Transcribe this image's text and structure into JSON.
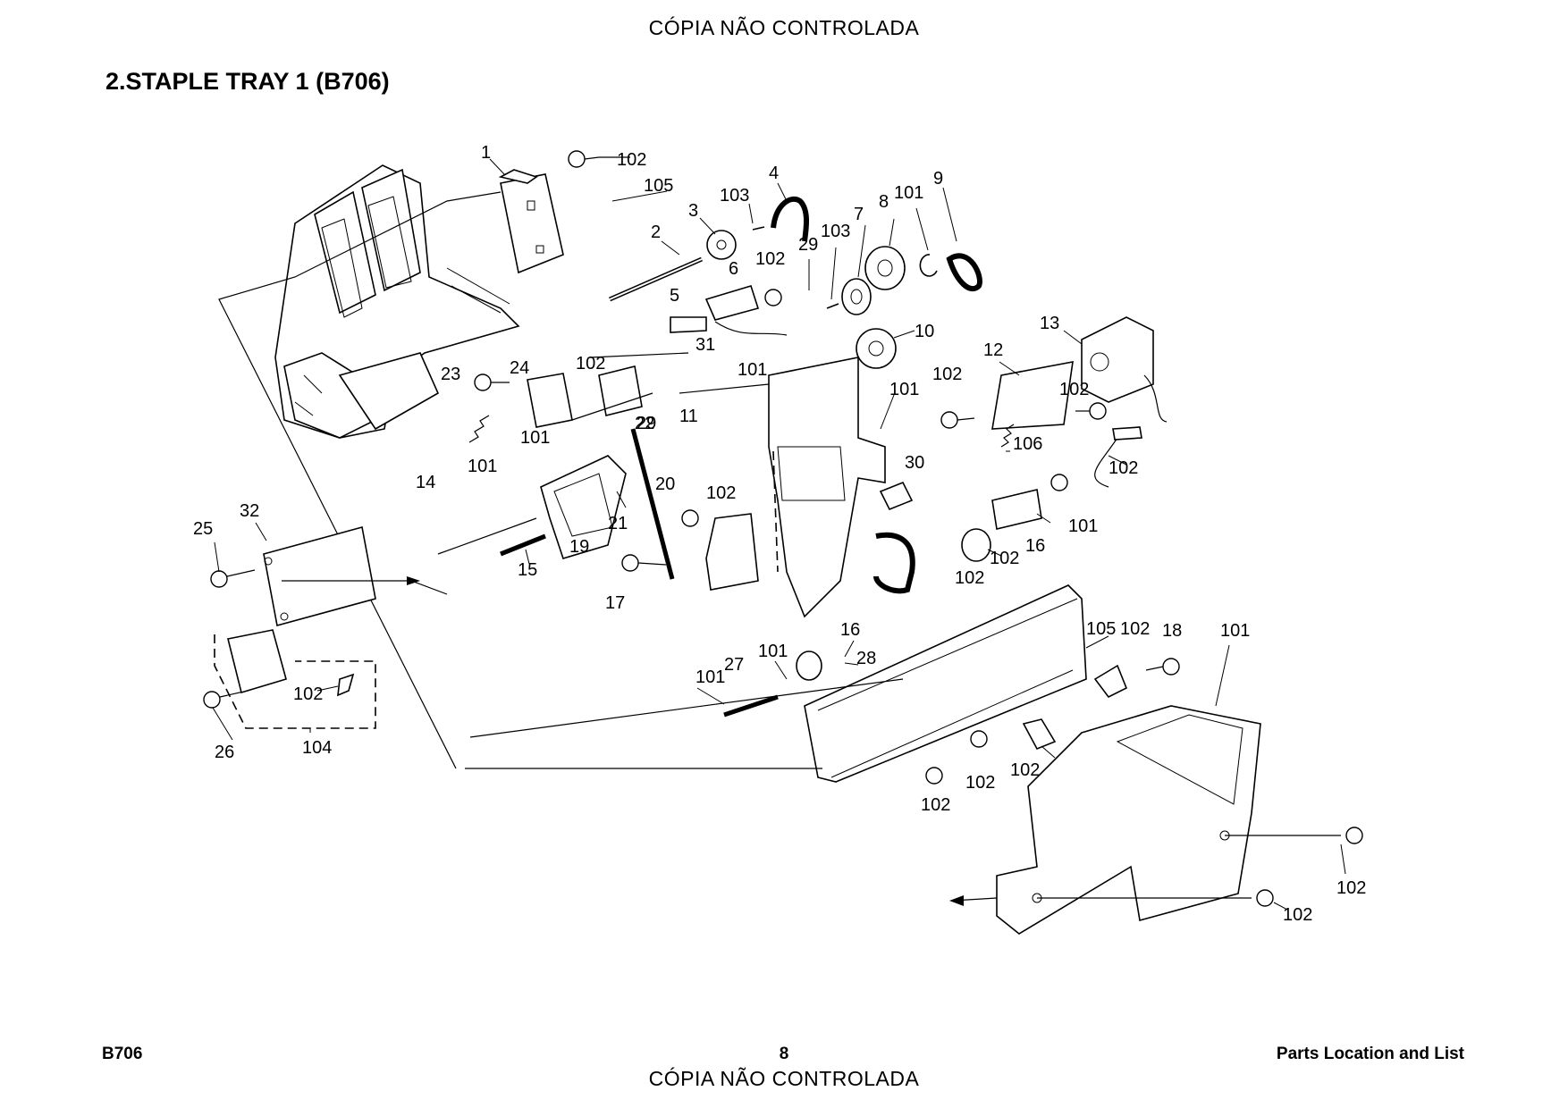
{
  "watermark": {
    "top": "CÓPIA NÃO CONTROLADA",
    "bottom": "CÓPIA NÃO CONTROLADA"
  },
  "page_title": "2.STAPLE TRAY 1 (B706)",
  "footer": {
    "left": "B706",
    "page_number": "8",
    "right": "Parts Location and List"
  },
  "callouts": [
    "1",
    "102",
    "105",
    "4",
    "103",
    "3",
    "2",
    "9",
    "101",
    "8",
    "7",
    "103",
    "29",
    "102",
    "6",
    "5",
    "31",
    "10",
    "13",
    "12",
    "102",
    "102",
    "23",
    "24",
    "102",
    "101",
    "101",
    "29",
    "11",
    "101",
    "22",
    "101",
    "14",
    "106",
    "30",
    "102",
    "25",
    "32",
    "102",
    "20",
    "19",
    "21",
    "15",
    "16",
    "102",
    "101",
    "102",
    "17",
    "105",
    "102",
    "18",
    "101",
    "16",
    "101",
    "28",
    "101",
    "27",
    "102",
    "26",
    "104",
    "102",
    "102",
    "102",
    "102"
  ]
}
